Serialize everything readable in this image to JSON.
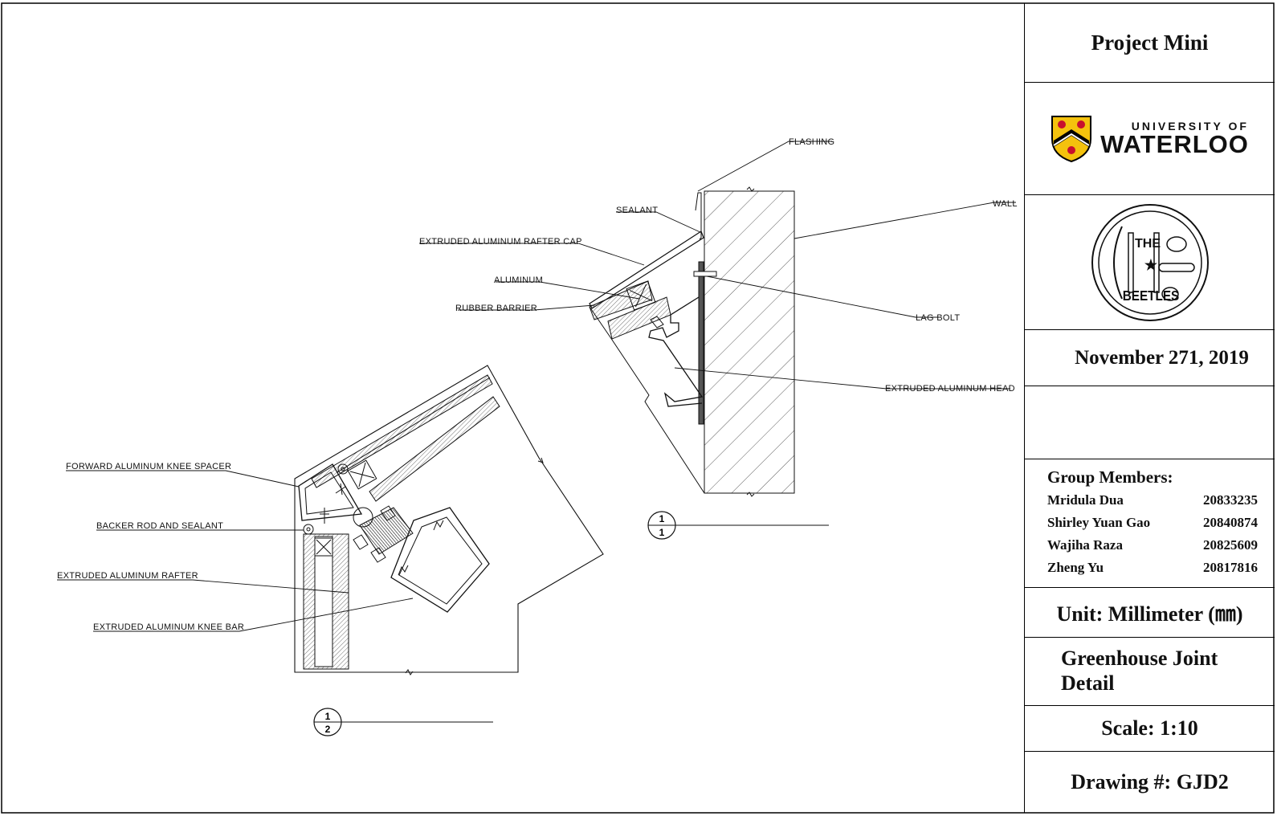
{
  "title_block": {
    "project": "Project Mini",
    "university_line1": "UNIVERSITY OF",
    "university_line2": "WATERLOO",
    "team_logo_text_top": "THE",
    "team_logo_text_bottom": "BEETLES",
    "date": "November 271, 2019",
    "members_heading": "Group Members:",
    "members": [
      {
        "name": "Mridula Dua",
        "id": "20833235"
      },
      {
        "name": "Shirley Yuan Gao",
        "id": "20840874"
      },
      {
        "name": "Wajiha Raza",
        "id": "20825609"
      },
      {
        "name": "Zheng Yu",
        "id": "20817816"
      }
    ],
    "unit": "Unit: Millimeter (㎜)",
    "drawing_title": "Greenhouse Joint Detail",
    "scale": "Scale:  1:10",
    "drawing_number": "Drawing #: GJD2"
  },
  "detail_1": {
    "labels": {
      "flashing": "FLASHING",
      "sealant": "SEALANT",
      "wall": "WALL",
      "rafter_cap": "EXTRUDED ALUMINUM RAFTER CAP",
      "aluminum": "ALUMINUM",
      "rubber_barrier": "RUBBER BARRIER",
      "lag_bolt": "LAG BOLT",
      "aluminum_head": "EXTRUDED ALUMINUM HEAD"
    },
    "tag_top": "1",
    "tag_bottom": "1"
  },
  "detail_2": {
    "labels": {
      "knee_spacer": "FORWARD ALUMINUM KNEE SPACER",
      "backer_rod": "BACKER ROD AND SEALANT",
      "rafter": "EXTRUDED ALUMINUM RAFTER",
      "knee_bar": "EXTRUDED ALUMINUM KNEE BAR"
    },
    "tag_top": "1",
    "tag_bottom": "2"
  }
}
